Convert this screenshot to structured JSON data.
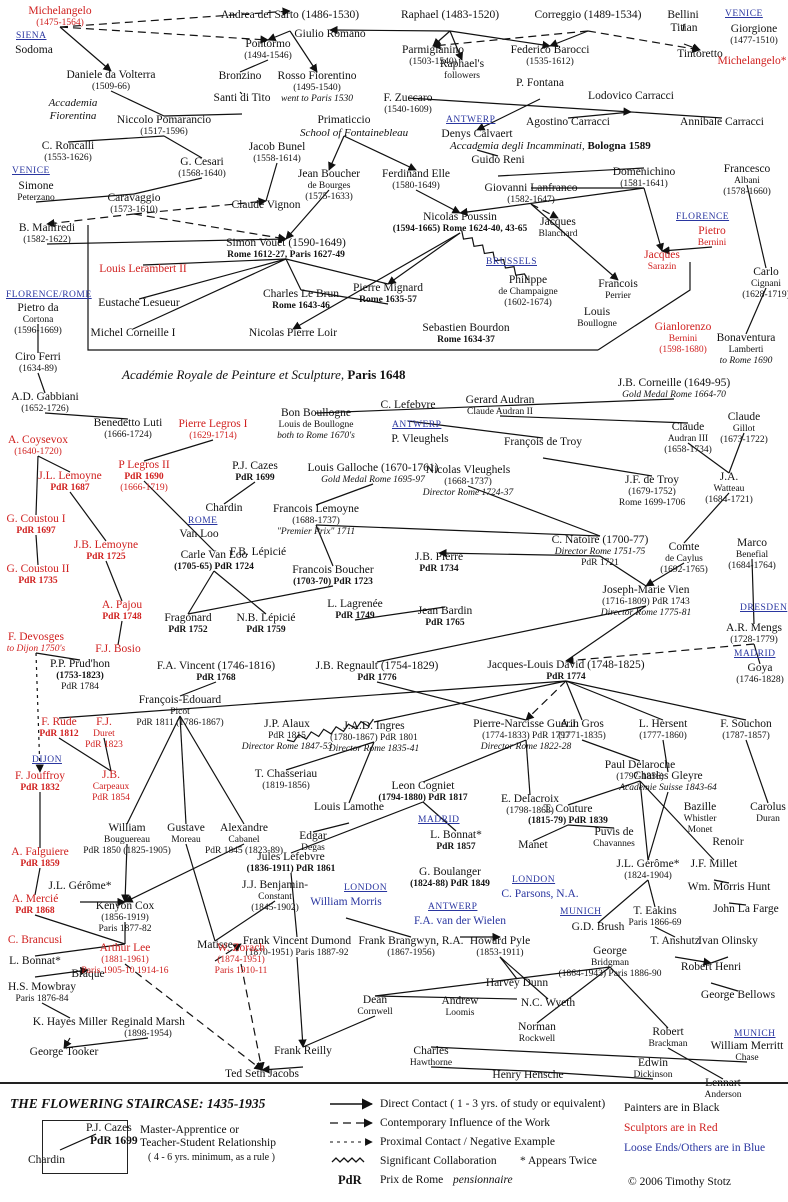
{
  "title": "THE FLOWERING STAIRCASE: 1435-1935",
  "academies": {
    "fiorentina": "Accademia Fiorentina",
    "fontainebleau": "School of Fontainebleau",
    "incamminati": "Accademia degli Incamminati,",
    "incamminati_city": "Bologna 1589",
    "royale": "Académie Royale de Peinture et Sculpture,",
    "royale_city": "Paris 1648"
  },
  "cities": {
    "siena": "SIENA",
    "venice1": "VENICE",
    "venice2": "VENICE",
    "antwerp1": "ANTWERP",
    "florence": "FLORENCE",
    "brussels": "BRUSSELS",
    "florence_rome": "FLORENCE/ROME",
    "antwerp2": "ANTWERP",
    "rome": "ROME",
    "dresden": "DRESDEN",
    "madrid1": "MADRID",
    "dijon": "DIJON",
    "madrid2": "MADRID",
    "london1": "LONDON",
    "london2": "LONDON",
    "antwerp3": "ANTWERP",
    "munich1": "MUNICH",
    "munich2": "MUNICH"
  },
  "legend": {
    "box_line1": "P.J. Cazes",
    "box_line2": "PdR 1699",
    "box_line3": "Chardin",
    "master": "Master-Apprentice or",
    "teacher": "Teacher-Student Relationship",
    "minimum": "( 4 - 6 yrs. minimum, as a rule )",
    "direct": "Direct Contact ( 1 - 3 yrs. of study or equivalent)",
    "contemporary": "Contemporary Influence of the Work",
    "proximal": "Proximal Contact / Negative Example",
    "collab": "Significant Collaboration",
    "twice": "* Appears Twice",
    "pdr": "PdR",
    "prix": "Prix de Rome",
    "pensionnaire": "pensionnaire",
    "painters": "Painters are in Black",
    "sculptors": "Sculptors are in Red",
    "loose": "Loose Ends/Others are in Blue",
    "copyright": "© 2006  Timothy Stotz",
    "colors": {
      "black": "#111111",
      "red": "#d0201f",
      "blue": "#2a36a0"
    }
  },
  "nodes": [
    {
      "id": "michelangelo",
      "name": "Michelangelo",
      "sub": "(1475-1564)",
      "color": "red"
    },
    {
      "id": "sarto",
      "name": "Andrea del Sarto (1486-1530)"
    },
    {
      "id": "raphael",
      "name": "Raphael (1483-1520)"
    },
    {
      "id": "correggio",
      "name": "Correggio (1489-1534)"
    },
    {
      "id": "bellini",
      "name": "Bellini"
    },
    {
      "id": "titian",
      "name": "Titian"
    },
    {
      "id": "giorgione",
      "name": "Giorgione",
      "sub": "(1477-1510)"
    },
    {
      "id": "sodoma",
      "name": "Sodoma"
    },
    {
      "id": "pontormo",
      "name": "Pontormo",
      "sub": "(1494-1546)"
    },
    {
      "id": "romano",
      "name": "Giulio Romano"
    },
    {
      "id": "parmigianino",
      "name": "Parmigianino",
      "sub": "(1503-1540)"
    },
    {
      "id": "raphfollow",
      "name": "Raphael's",
      "sub": "followers"
    },
    {
      "id": "barocci",
      "name": "Federico Barocci",
      "sub": "(1535-1612)"
    },
    {
      "id": "tintoretto",
      "name": "Tintoretto"
    },
    {
      "id": "mich2",
      "name": "Michelangelo*",
      "color": "red"
    },
    {
      "id": "volterra",
      "name": "Daniele da Volterra",
      "sub": "(1509-66)"
    },
    {
      "id": "bronzino",
      "name": "Bronzino"
    },
    {
      "id": "rosso",
      "name": "Rosso Fiorentino",
      "sub": "(1495-1540)",
      "sub2": "went to Paris 1530"
    },
    {
      "id": "fontana",
      "name": "P. Fontana"
    },
    {
      "id": "lcarracci",
      "name": "Lodovico Carracci"
    },
    {
      "id": "santi",
      "name": "Santi di Tito"
    },
    {
      "id": "zuccaro",
      "name": "F. Zuccaro",
      "sub": "(1540-1609)"
    },
    {
      "id": "acarracci",
      "name": "Agostino Carracci"
    },
    {
      "id": "ancarracci",
      "name": "Annibale Carracci"
    },
    {
      "id": "pomarancio",
      "name": "Niccolo Pomarancio",
      "sub": "(1517-1596)"
    },
    {
      "id": "primaticcio",
      "name": "Primaticcio"
    },
    {
      "id": "calvaert",
      "name": "Denys Calvaert"
    },
    {
      "id": "roncalli",
      "name": "C. Roncalli",
      "sub": "(1553-1626)"
    },
    {
      "id": "bunel",
      "name": "Jacob Bunel",
      "sub": "(1558-1614)"
    },
    {
      "id": "reni",
      "name": "Guido Reni"
    },
    {
      "id": "cesari",
      "name": "G. Cesari",
      "sub": "(1568-1640)"
    },
    {
      "id": "boucherb",
      "name": "Jean Boucher",
      "sub": "de Bourges",
      "sub2": "(1575-1633)"
    },
    {
      "id": "elle",
      "name": "Ferdinand Elle",
      "sub": "(1580-1649)"
    },
    {
      "id": "lanfranco",
      "name": "Giovanni Lanfranco",
      "sub": "(1582-1647)"
    },
    {
      "id": "domenichino",
      "name": "Domenichino",
      "sub": "(1581-1641)"
    },
    {
      "id": "albani",
      "name": "Francesco",
      "sub": "Albani",
      "sub2": "(1578-1660)"
    },
    {
      "id": "peterzano",
      "name": "Simone",
      "sub": "Peterzano"
    },
    {
      "id": "caravaggio",
      "name": "Caravaggio",
      "sub": "(1573-1610)"
    },
    {
      "id": "vignon",
      "name": "Claude Vignon"
    },
    {
      "id": "manfredi",
      "name": "B. Manfredi",
      "sub": "(1582-1622)"
    },
    {
      "id": "vouet",
      "name": "Simon Vouet (1590-1649)",
      "sub": "Rome 1612-27, Paris 1627-49"
    },
    {
      "id": "poussin",
      "name": "Nicolas Poussin",
      "sub": "(1594-1665) Rome 1624-40, 43-65"
    },
    {
      "id": "blanchard",
      "name": "Jacques",
      "sub": "Blanchard"
    },
    {
      "id": "pbernini",
      "name": "Pietro",
      "sub": "Bernini",
      "color": "red"
    },
    {
      "id": "sarazin",
      "name": "Jacques",
      "sub": "Sarazin",
      "color": "red"
    },
    {
      "id": "lerambert",
      "name": "Louis Lerambert II",
      "color": "red"
    },
    {
      "id": "lebrun",
      "name": "Charles Le Brun",
      "sub": "Rome 1643-46"
    },
    {
      "id": "mignard",
      "name": "Pierre Mignard",
      "sub": "Rome 1635-57"
    },
    {
      "id": "champaigne",
      "name": "Philippe",
      "sub": "de Champaigne",
      "sub2": "(1602-1674)"
    },
    {
      "id": "perrier",
      "name": "Francois",
      "sub": "Perrier"
    },
    {
      "id": "cignani",
      "name": "Carlo",
      "sub": "Cignani",
      "sub2": "(1628-1719)"
    },
    {
      "id": "lesueur",
      "name": "Eustache Lesueur"
    },
    {
      "id": "boullogne1",
      "name": "Louis",
      "sub": "Boullogne"
    },
    {
      "id": "corneille1",
      "name": "Michel Corneille I"
    },
    {
      "id": "loir",
      "name": "Nicolas Pierre Loir"
    },
    {
      "id": "bourdon",
      "name": "Sebastien Bourdon",
      "sub": "Rome 1634-37"
    },
    {
      "id": "gbernini",
      "name": "Gianlorenzo",
      "sub": "Bernini",
      "sub2": "(1598-1680)",
      "color": "red"
    },
    {
      "id": "lamberti",
      "name": "Bonaventura",
      "sub": "Lamberti",
      "sub2": "to Rome 1690"
    },
    {
      "id": "cortona",
      "name": "Pietro da",
      "sub": "Cortona",
      "sub2": "(1596-1669)"
    },
    {
      "id": "ferri",
      "name": "Ciro Ferri",
      "sub": "(1634-89)"
    },
    {
      "id": "jbcorneille",
      "name": "J.B. Corneille (1649-95)",
      "sub": "Gold Medal Rome 1664-70"
    },
    {
      "id": "gabbiani",
      "name": "A.D. Gabbiani",
      "sub": "(1652-1726)"
    },
    {
      "id": "bonboullogne",
      "name": "Bon Boullogne",
      "sub": "Louis de Boullogne",
      "sub2": "both to Rome 1670's"
    },
    {
      "id": "lefebvre",
      "name": "C. Lefebvre"
    },
    {
      "id": "audran",
      "name": "Gerard Audran",
      "sub": "Claude Audran II"
    },
    {
      "id": "legros1",
      "name": "Pierre Legros I",
      "sub": "(1629-1714)",
      "color": "red"
    },
    {
      "id": "vleughelsp",
      "name": "P. Vleughels"
    },
    {
      "id": "audran3",
      "name": "Claude",
      "sub": "Audran III",
      "sub2": "(1658-1734)"
    },
    {
      "id": "gillot",
      "name": "Claude",
      "sub": "Gillot",
      "sub2": "(1673-1722)"
    },
    {
      "id": "coysevox",
      "name": "A. Coysevox",
      "sub": "(1640-1720)",
      "color": "red"
    },
    {
      "id": "luti",
      "name": "Benedetto Luti",
      "sub": "(1666-1724)"
    },
    {
      "id": "troyf",
      "name": "François de Troy"
    },
    {
      "id": "lemoyne1",
      "name": "J.L. Lemoyne",
      "sub": "PdR 1687",
      "color": "red"
    },
    {
      "id": "legros2",
      "name": "P Legros II",
      "sub": "PdR 1690",
      "sub2": "(1666-1719)",
      "color": "red"
    },
    {
      "id": "cazes",
      "name": "P.J. Cazes",
      "sub": "PdR 1699"
    },
    {
      "id": "galloche",
      "name": "Louis Galloche (1670-1761)",
      "sub": "Gold Medal Rome 1695-97"
    },
    {
      "id": "nvleughels",
      "name": "Nicolas Vleughels",
      "sub": "(1668-1737)",
      "sub2": "Director Rome 1724-37"
    },
    {
      "id": "troyjf",
      "name": "J.F. de Troy",
      "sub": "(1679-1752)",
      "sub2": "Rome 1699-1706"
    },
    {
      "id": "watteau",
      "name": "J.A.",
      "sub": "Watteau",
      "sub2": "(1684-1721)"
    },
    {
      "id": "coustou1",
      "name": "G. Coustou I",
      "sub": "PdR 1697",
      "color": "red"
    },
    {
      "id": "chardin",
      "name": "Chardin"
    },
    {
      "id": "flemoyne",
      "name": "Francois Lemoyne",
      "sub": "(1688-1737)",
      "sub2": "\"Premier Prix\" 1711"
    },
    {
      "id": "lemoyne2",
      "name": "J.B. Lemoyne",
      "sub": "PdR 1725",
      "color": "red"
    },
    {
      "id": "vanloo",
      "name": "Van Loo"
    },
    {
      "id": "lepicie1",
      "name": "F.B. Lépicié"
    },
    {
      "id": "natoire",
      "name": "C. Natoire (1700-77)",
      "sub": "Director Rome 1751-75",
      "sub2": "PdR 1721"
    },
    {
      "id": "caylus",
      "name": "Comte",
      "sub": "de Caylus",
      "sub2": "(1692-1765)"
    },
    {
      "id": "benefial",
      "name": "Marco",
      "sub": "Benefial",
      "sub2": "(1684-1764)"
    },
    {
      "id": "coustou2",
      "name": "G. Coustou II",
      "sub": "PdR 1735",
      "color": "red"
    },
    {
      "id": "carlevanloo",
      "name": "Carle Van Loo",
      "sub": "(1705-65) PdR 1724"
    },
    {
      "id": "fboucher",
      "name": "Francois Boucher",
      "sub": "(1703-70) PdR 1723"
    },
    {
      "id": "jbpierre",
      "name": "J.B. Pierre",
      "sub": "PdR 1734"
    },
    {
      "id": "pajou",
      "name": "A. Pajou",
      "sub": "PdR 1748",
      "color": "red"
    },
    {
      "id": "fragonard",
      "name": "Fragonard",
      "sub": "PdR 1752"
    },
    {
      "id": "lepicie2",
      "name": "N.B. Lépicié",
      "sub": "PdR 1759"
    },
    {
      "id": "lagrenee",
      "name": "L. Lagrenée",
      "sub": "PdR 1749"
    },
    {
      "id": "bardin",
      "name": "Jean Bardin",
      "sub": "PdR 1765"
    },
    {
      "id": "vien",
      "name": "Joseph-Marie Vien",
      "sub": "(1716-1809) PdR 1743",
      "sub2": "Director Rome 1775-81"
    },
    {
      "id": "mengs",
      "name": "A.R. Mengs",
      "sub": "(1728-1779)"
    },
    {
      "id": "devosges",
      "name": "F. Devosges",
      "sub": "to Dijon 1750's",
      "color": "red"
    },
    {
      "id": "bosio",
      "name": "F.J. Bosio",
      "color": "red"
    },
    {
      "id": "vincent",
      "name": "F.A. Vincent (1746-1816)",
      "sub": "PdR 1768"
    },
    {
      "id": "regnault",
      "name": "J.B. Regnault (1754-1829)",
      "sub": "PdR 1776"
    },
    {
      "id": "david",
      "name": "Jacques-Louis David (1748-1825)",
      "sub": "PdR 1774"
    },
    {
      "id": "goya",
      "name": "Goya",
      "sub": "(1746-1828)"
    },
    {
      "id": "prudhon",
      "name": "P.P. Prud'hon",
      "sub": "(1753-1823)",
      "sub2": "PdR 1784"
    },
    {
      "id": "picot",
      "name": "François-Edouard",
      "sub": "Picot",
      "sub2": "PdR 1811 (1786-1867)"
    },
    {
      "id": "alaux",
      "name": "J.P. Alaux",
      "sub": "PdR 1815",
      "sub2": "Director Rome 1847-53"
    },
    {
      "id": "ingres",
      "name": "J.A.D. Ingres",
      "sub": "(1780-1867) PdR 1801",
      "sub2": "Director Rome 1835-41"
    },
    {
      "id": "guerin",
      "name": "Pierre-Narcisse Guérin",
      "sub": "(1774-1833) PdR 1797",
      "sub2": "Director Rome 1822-28"
    },
    {
      "id": "gros",
      "name": "A.J. Gros",
      "sub": "(1771-1835)"
    },
    {
      "id": "hersent",
      "name": "L. Hersent",
      "sub": "(1777-1860)"
    },
    {
      "id": "souchon",
      "name": "F. Souchon",
      "sub": "(1787-1857)"
    },
    {
      "id": "rude",
      "name": "F. Rude",
      "sub": "PdR 1812",
      "color": "red"
    },
    {
      "id": "duret",
      "name": "F.J.",
      "sub": "Duret",
      "sub2": "PdR 1823",
      "color": "red"
    },
    {
      "id": "jouffroy",
      "name": "F. Jouffroy",
      "sub": "PdR 1832",
      "color": "red"
    },
    {
      "id": "carpeaux",
      "name": "J.B.",
      "sub": "Carpeaux",
      "sub2": "PdR 1854",
      "color": "red"
    },
    {
      "id": "chasseriau",
      "name": "T. Chasseriau",
      "sub": "(1819-1856)"
    },
    {
      "id": "delaroche",
      "name": "Paul Delaroche",
      "sub": "(1797-1856)"
    },
    {
      "id": "gleyre",
      "name": "Charles Gleyre",
      "sub": "Academie Suisse 1843-64"
    },
    {
      "id": "lamothe",
      "name": "Louis Lamothe"
    },
    {
      "id": "cogniet",
      "name": "Leon Cogniet",
      "sub": "(1794-1880) PdR 1817"
    },
    {
      "id": "delacroix",
      "name": "E. Delacroix",
      "sub": "(1798-1863)"
    },
    {
      "id": "couture",
      "name": "T. Couture",
      "sub": "(1815-79) PdR 1839"
    },
    {
      "id": "bazille",
      "name": "Bazille",
      "sub": "Whistler",
      "sub2": "Monet"
    },
    {
      "id": "renoir",
      "name": "Renoir"
    },
    {
      "id": "duran",
      "name": "Carolus",
      "sub": "Duran"
    },
    {
      "id": "falguiere",
      "name": "A. Falguiere",
      "sub": "PdR 1859",
      "color": "red"
    },
    {
      "id": "bouguereau",
      "name": "William",
      "sub": "Bouguereau",
      "sub2": "PdR 1850 (1825-1905)"
    },
    {
      "id": "moreau",
      "name": "Gustave",
      "sub": "Moreau"
    },
    {
      "id": "cabanel",
      "name": "Alexandre",
      "sub": "Cabanel",
      "sub2": "PdR 1845 (1823-89)"
    },
    {
      "id": "degas",
      "name": "Edgar",
      "sub": "Degas"
    },
    {
      "id": "bonnat1",
      "name": "L. Bonnat*",
      "sub": "PdR 1857"
    },
    {
      "id": "manet",
      "name": "Manet"
    },
    {
      "id": "chavannes",
      "name": "Puvis de",
      "sub": "Chavannes"
    },
    {
      "id": "gerome1",
      "name": "J.L. Gérôme*",
      "sub": "(1824-1904)"
    },
    {
      "id": "millet",
      "name": "J.F. Millet"
    },
    {
      "id": "lefebvre2",
      "name": "Jules Lefebvre",
      "sub": "(1836-1911) PdR 1861"
    },
    {
      "id": "boulanger",
      "name": "G. Boulanger",
      "sub": "(1824-88) PdR 1849"
    },
    {
      "id": "hunt",
      "name": "Wm. Morris Hunt"
    },
    {
      "id": "mercie",
      "name": "A. Mercié",
      "sub": "PdR 1868",
      "color": "red"
    },
    {
      "id": "gerome2",
      "name": "J.L. Gérôme*"
    },
    {
      "id": "cox",
      "name": "Kenyon Cox",
      "sub": "(1856-1919)",
      "sub2": "Paris 1877-82"
    },
    {
      "id": "benjaminc",
      "name": "J.J. Benjamin-",
      "sub": "Constant",
      "sub2": "(1845-1902)"
    },
    {
      "id": "wmorris",
      "name": "William Morris",
      "color": "blue"
    },
    {
      "id": "parsons",
      "name": "C. Parsons, N.A.",
      "color": "blue"
    },
    {
      "id": "wielen",
      "name": "F.A. van der Wielen",
      "color": "blue"
    },
    {
      "id": "brush",
      "name": "G.D. Brush"
    },
    {
      "id": "eakins",
      "name": "T. Eakins",
      "sub": "Paris 1866-69"
    },
    {
      "id": "lafarge",
      "name": "John La Farge"
    },
    {
      "id": "matisse",
      "name": "Matisse"
    },
    {
      "id": "dumond",
      "name": "Frank Vincent Dumond",
      "sub": "(1870-1951) Paris 1887-92"
    },
    {
      "id": "brangwyn",
      "name": "Frank Brangwyn, R.A.",
      "sub": "(1867-1956)"
    },
    {
      "id": "pyle",
      "name": "Howard Pyle",
      "sub": "(1853-1911)"
    },
    {
      "id": "anshutz",
      "name": "T. Anshutz"
    },
    {
      "id": "olinsky",
      "name": "Ivan Olinsky"
    },
    {
      "id": "brancusi",
      "name": "C. Brancusi",
      "color": "red"
    },
    {
      "id": "bonnat2",
      "name": "L. Bonnat*"
    },
    {
      "id": "braque",
      "name": "Braque"
    },
    {
      "id": "alee",
      "name": "Arthur Lee",
      "sub": "(1881-1961)",
      "sub2": "Paris 1905-10 1914-16",
      "color": "red"
    },
    {
      "id": "zorach",
      "name": "W. Zorach",
      "sub": "(1874-1951)",
      "sub2": "Paris 1910-11",
      "color": "red"
    },
    {
      "id": "mowbray",
      "name": "H.S. Mowbray",
      "sub": "Paris 1876-84"
    },
    {
      "id": "dunn",
      "name": "Harvey Dunn"
    },
    {
      "id": "bridgman",
      "name": "George",
      "sub": "Bridgman",
      "sub2": "(1864-1943) Paris 1886-90"
    },
    {
      "id": "henri",
      "name": "Robert Henri"
    },
    {
      "id": "wyeth",
      "name": "N.C. Wyeth"
    },
    {
      "id": "bellows",
      "name": "George Bellows"
    },
    {
      "id": "cornwell",
      "name": "Dean",
      "sub": "Cornwell"
    },
    {
      "id": "loomis",
      "name": "Andrew",
      "sub": "Loomis"
    },
    {
      "id": "miller",
      "name": "K. Hayes Miller"
    },
    {
      "id": "marsh",
      "name": "Reginald Marsh",
      "sub": "(1898-1954)"
    },
    {
      "id": "rockwell",
      "name": "Norman",
      "sub": "Rockwell"
    },
    {
      "id": "brackman",
      "name": "Robert",
      "sub": "Brackman"
    },
    {
      "id": "chase",
      "name": "William Merritt",
      "sub": "Chase"
    },
    {
      "id": "reilly",
      "name": "Frank Reilly"
    },
    {
      "id": "hawthorne",
      "name": "Charles",
      "sub": "Hawthorne"
    },
    {
      "id": "dickinson",
      "name": "Edwin",
      "sub": "Dickinson"
    },
    {
      "id": "anderson",
      "name": "Lennart",
      "sub": "Anderson"
    },
    {
      "id": "tooker",
      "name": "George Tooker"
    },
    {
      "id": "jacobs",
      "name": "Ted Seth Jacobs"
    },
    {
      "id": "hensche",
      "name": "Henry Hensche"
    }
  ]
}
